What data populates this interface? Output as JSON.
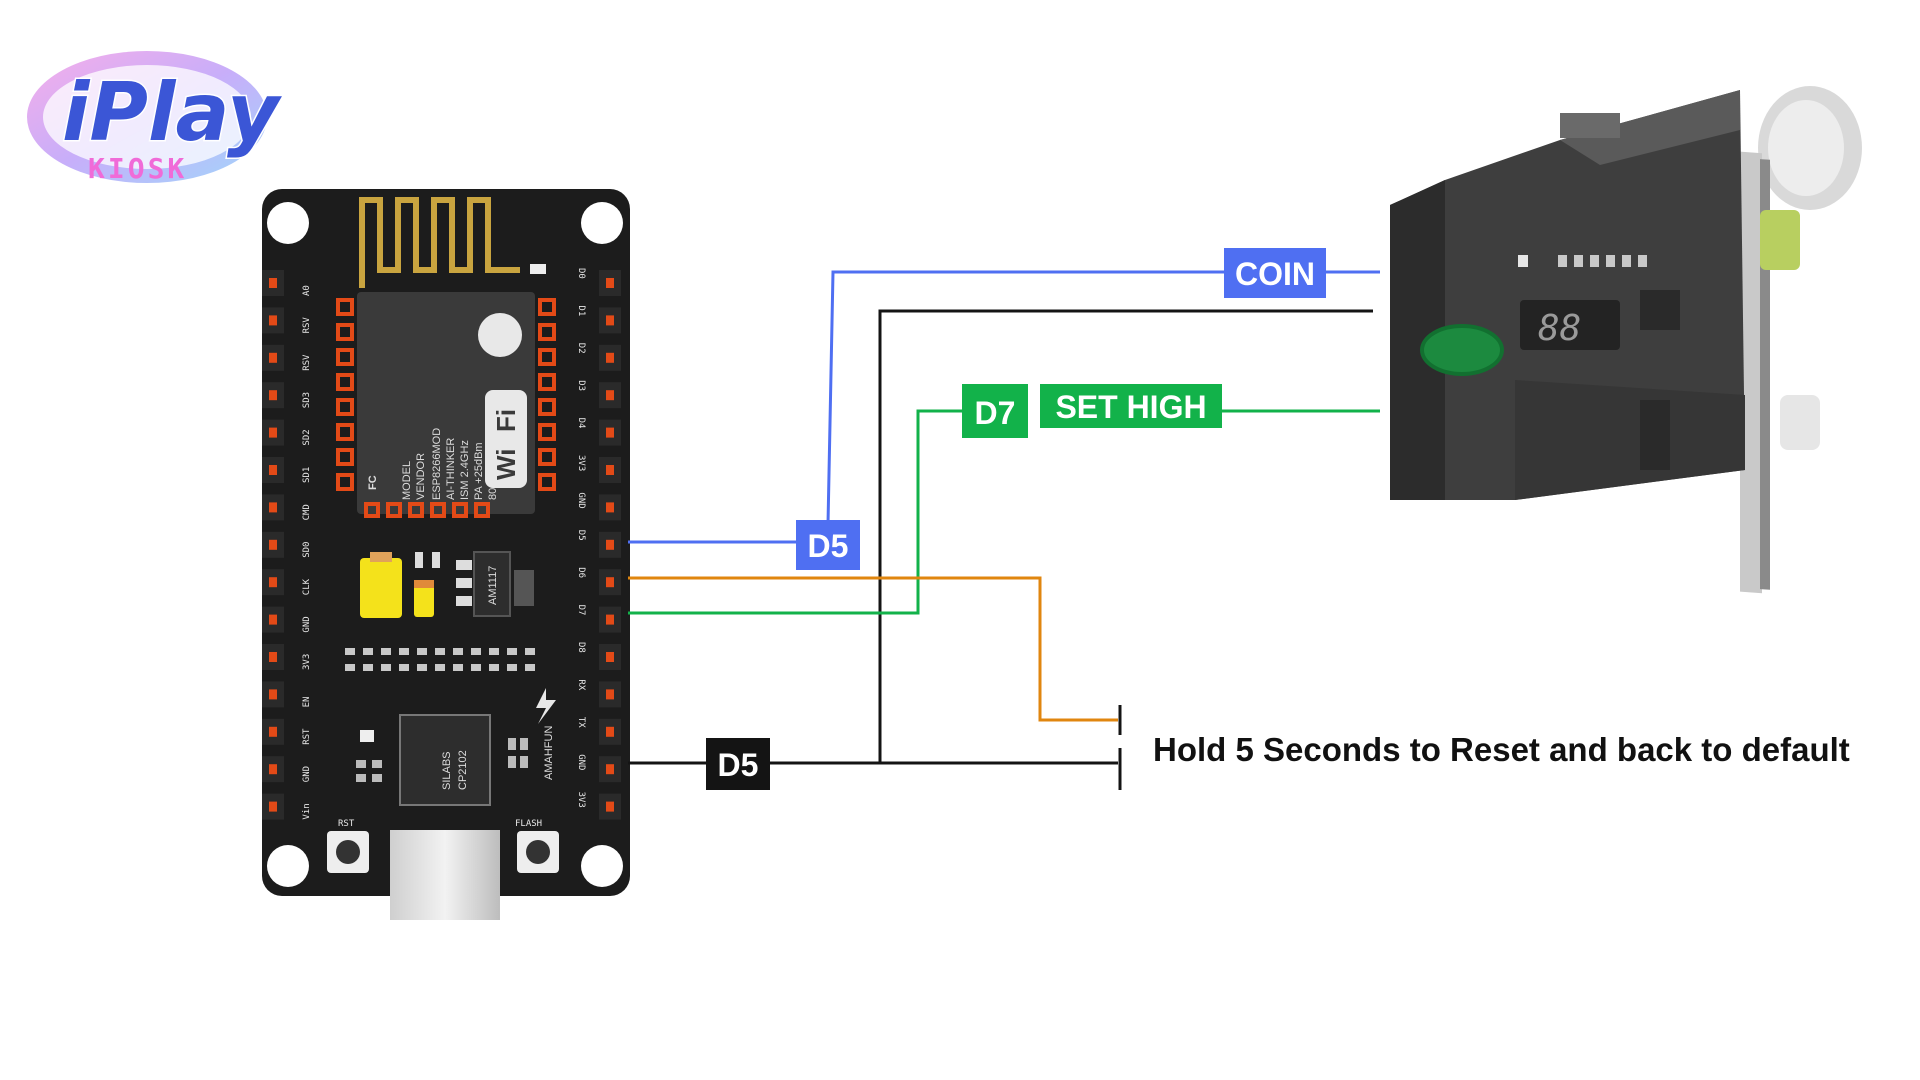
{
  "logo": {
    "brand": "iPlay",
    "tagline": "KIOSK"
  },
  "board": {
    "left_pins": [
      "A0",
      "RSV",
      "RSV",
      "SD3",
      "SD2",
      "SD1",
      "CMD",
      "SD0",
      "CLK",
      "GND",
      "3V3",
      "EN",
      "RST",
      "GND",
      "Vin"
    ],
    "right_pins": [
      "D0",
      "D1",
      "D2",
      "D3",
      "D4",
      "3V3",
      "GND",
      "D5",
      "D6",
      "D7",
      "D8",
      "RX",
      "TX",
      "GND",
      "3V3"
    ],
    "module_text": [
      "MODEL",
      "VENDOR",
      "ESP8266MOD",
      "AI-THINKER",
      "ISM 2.4GHz",
      "PA +25dBm",
      "802.11b/g/n"
    ],
    "wifi_text": [
      "Wi",
      "Fi"
    ],
    "regulator": "AM1117",
    "usb_chip": [
      "SILABS",
      "CP2102"
    ],
    "maker": "AMAHFUN",
    "rst_label": "RST",
    "flash_label": "FLASH"
  },
  "coin_acceptor": {
    "display": "88"
  },
  "wire_labels": {
    "coin": "COIN",
    "d7": "D7",
    "set_high": "SET HIGH",
    "d5_blue": "D5",
    "d5_black": "D5"
  },
  "reset_note": "Hold 5 Seconds to Reset and back to default",
  "colors": {
    "blue": "#4f6ff2",
    "green": "#12b24a",
    "orange": "#e0860f",
    "black": "#141414",
    "board": "#1c1c1c",
    "pin": "#e34a17"
  }
}
